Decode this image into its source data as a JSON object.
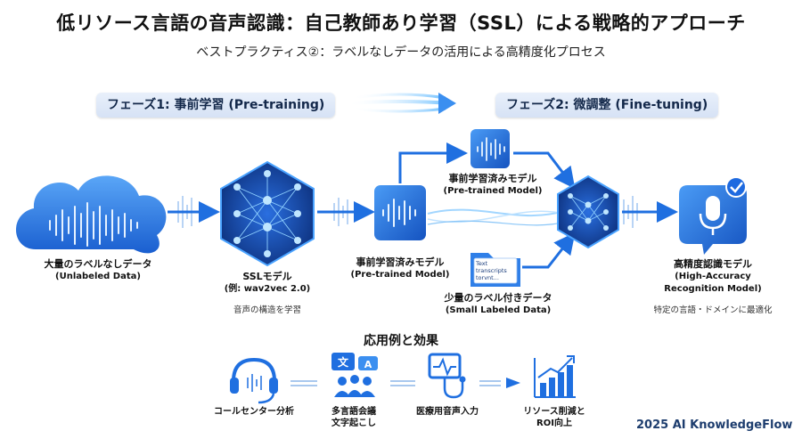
{
  "header": {
    "title": "低リソース言語の音声認識：自己教師あり学習（SSL）による戦略的アプローチ",
    "subtitle": "ベストプラクティス②：ラベルなしデータの活用による高精度化プロセス"
  },
  "phases": {
    "phase1": "フェーズ1: 事前学習 (Pre-training)",
    "phase2": "フェーズ2: 微調整 (Fine-tuning)"
  },
  "nodes": {
    "unlabeled": {
      "label": "大量のラベルなしデータ",
      "sub": "(Unlabeled Data)"
    },
    "ssl": {
      "label": "SSLモデル",
      "sub": "(例: wav2vec 2.0)",
      "note": "音声の構造を学習"
    },
    "pretrained": {
      "label": "事前学習済みモデル",
      "sub": "(Pre-trained Model)"
    },
    "pretrained_top": {
      "label": "事前学習済みモデル",
      "sub": "(Pre-trained Model)"
    },
    "small_labeled": {
      "label": "少量のラベル付きデータ",
      "sub": "(Small Labeled Data)",
      "doc_text": "Text transcripts torvnt..."
    },
    "final": {
      "label": "高精度認識モデル",
      "sub1": "(High-Accuracy",
      "sub2": "Recognition Model)",
      "note": "特定の言語・ドメインに最適化"
    }
  },
  "applications": {
    "title": "応用例と効果",
    "items": [
      {
        "line1": "コールセンター分析",
        "line2": "",
        "icon": "headset-icon"
      },
      {
        "line1": "多言語会議",
        "line2": "文字起こし",
        "icon": "meeting-translate-icon"
      },
      {
        "line1": "医療用音声入力",
        "line2": "",
        "icon": "medical-monitor-icon"
      },
      {
        "line1": "リソース削減と",
        "line2": "ROI向上",
        "icon": "growth-chart-icon"
      }
    ]
  },
  "footer": {
    "brand": "2025 AI KnowledgeFlow"
  },
  "colors": {
    "primary": "#1f6fe0",
    "dark": "#0f3f9a",
    "phase_bg": "#dde7f6",
    "accent": "#59b3ff"
  }
}
